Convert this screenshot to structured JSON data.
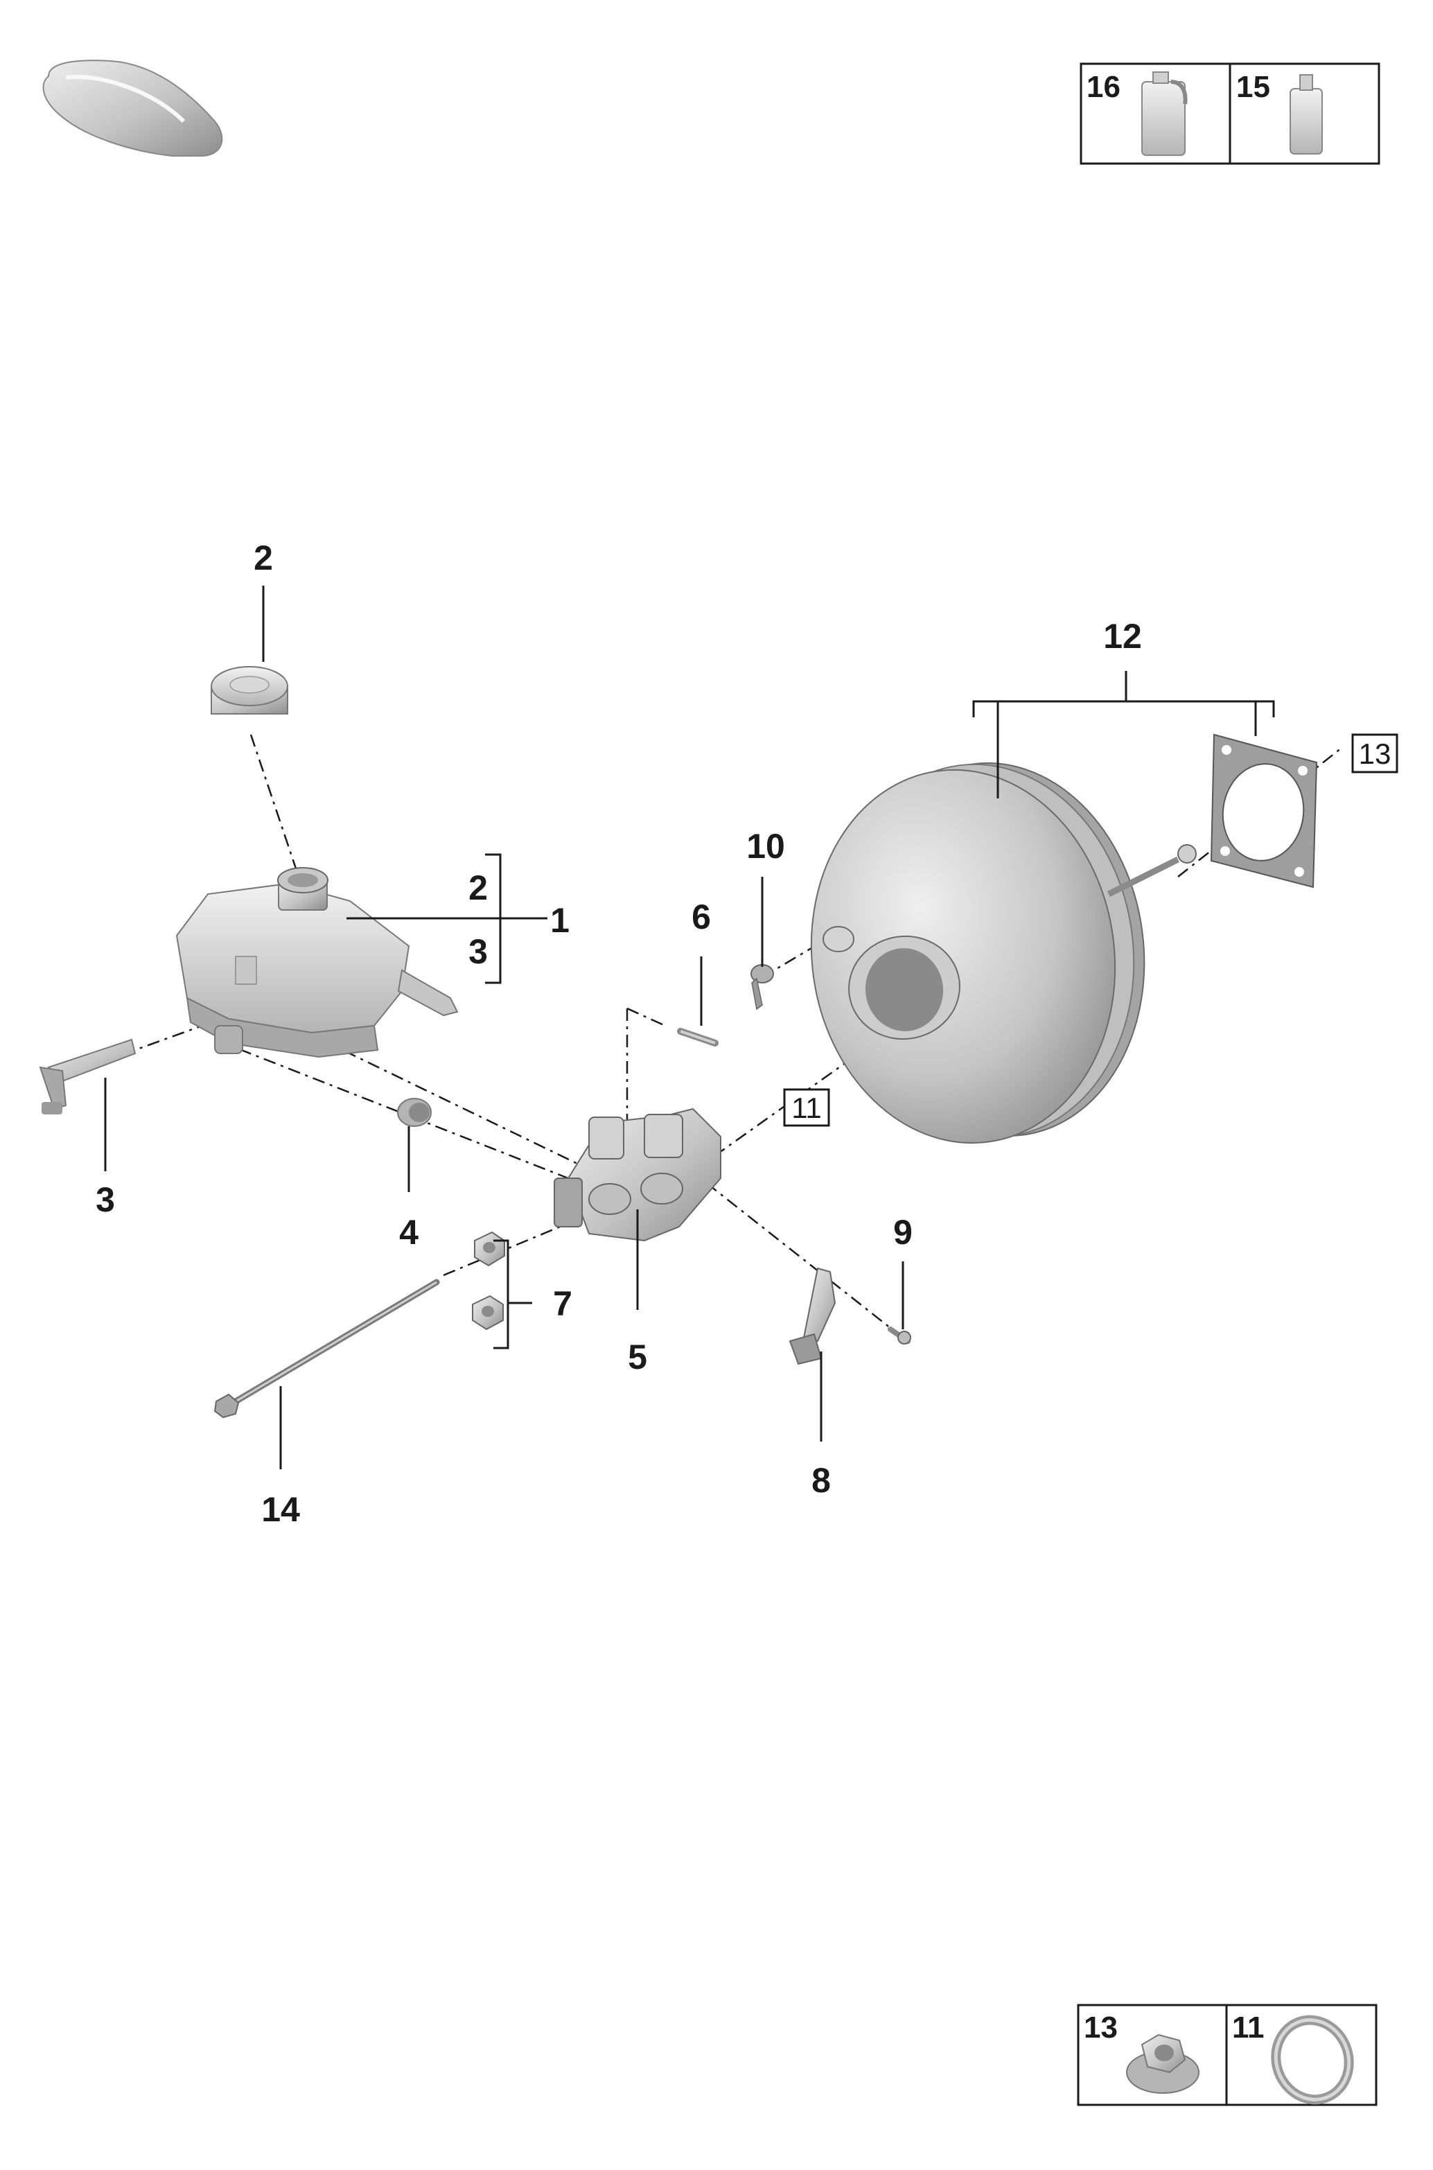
{
  "callouts": {
    "c1": "1",
    "c2_cap": "2",
    "c2_bracket": "2",
    "c3_bracket": "3",
    "c3_low": "3",
    "c4": "4",
    "c5": "5",
    "c6": "6",
    "c7": "7",
    "c8": "8",
    "c9": "9",
    "c10": "10",
    "c11": "11",
    "c12": "12",
    "c13": "13",
    "c14": "14"
  },
  "legend_top": [
    {
      "number": "16",
      "icon": "large-fluid-canister-icon"
    },
    {
      "number": "15",
      "icon": "fluid-bottle-icon"
    }
  ],
  "legend_bottom": [
    {
      "number": "13",
      "icon": "flange-nut-icon"
    },
    {
      "number": "11",
      "icon": "sealing-ring-icon"
    }
  ],
  "colors": {
    "line": "#1a1a1a",
    "part_light": "#dcdcdc",
    "part_mid": "#b8b8b8",
    "part_dark": "#8a8a8a"
  }
}
